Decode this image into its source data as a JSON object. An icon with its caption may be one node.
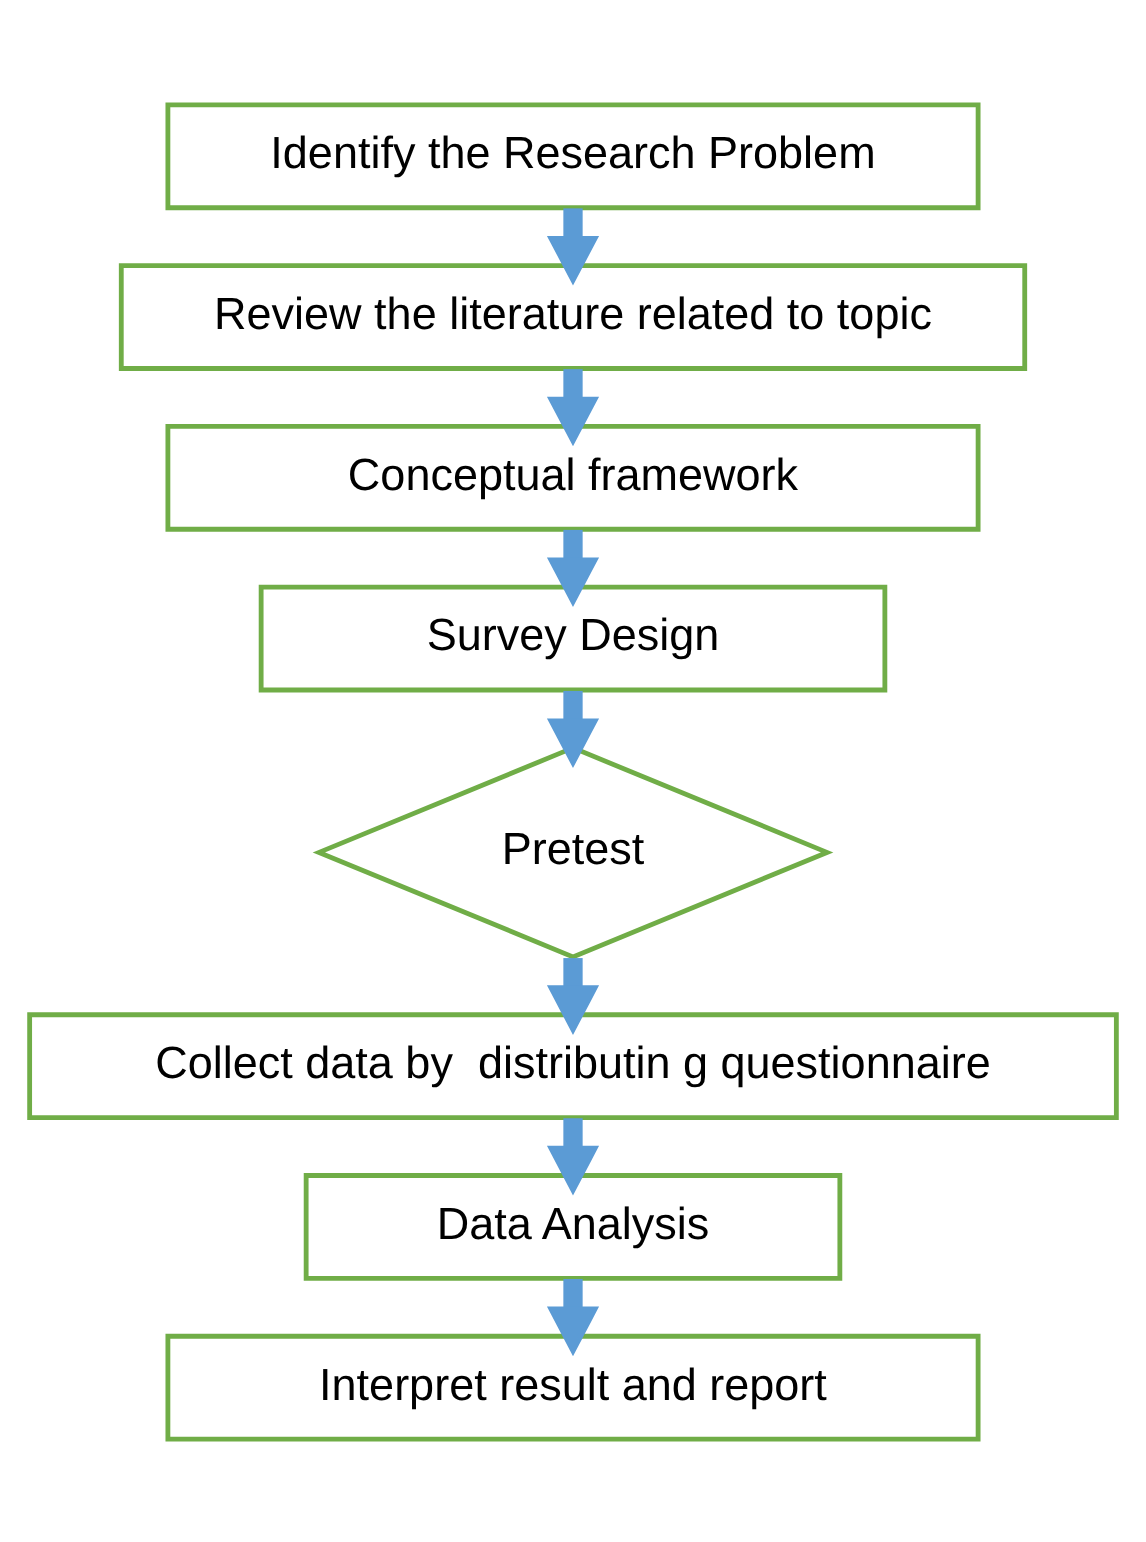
{
  "diagram": {
    "nodes": [
      {
        "text": [
          "Identify the Research Problem"
        ]
      },
      {
        "text": [
          "Review the literature related to topic"
        ]
      },
      {
        "text": [
          "Conceptual framework"
        ]
      },
      {
        "text": [
          "Survey Design"
        ]
      },
      {
        "text": [
          "Pretest"
        ]
      },
      {
        "text": [
          "Collect data by  distributin g questionnaire"
        ]
      },
      {
        "text": [
          "Data Analysis"
        ]
      },
      {
        "text": [
          "Interpret result and report"
        ]
      }
    ],
    "edges": [
      {
        "from": 0,
        "to": 1,
        "arrow": "to"
      },
      {
        "from": 1,
        "to": 2,
        "arrow": "to"
      },
      {
        "from": 2,
        "to": 3,
        "arrow": "to"
      },
      {
        "from": 3,
        "to": 4,
        "arrow": "to"
      },
      {
        "from": 4,
        "to": 5,
        "arrow": "to"
      },
      {
        "from": 5,
        "to": 6,
        "arrow": "to"
      },
      {
        "from": 6,
        "to": 7,
        "arrow": "to"
      }
    ]
  }
}
